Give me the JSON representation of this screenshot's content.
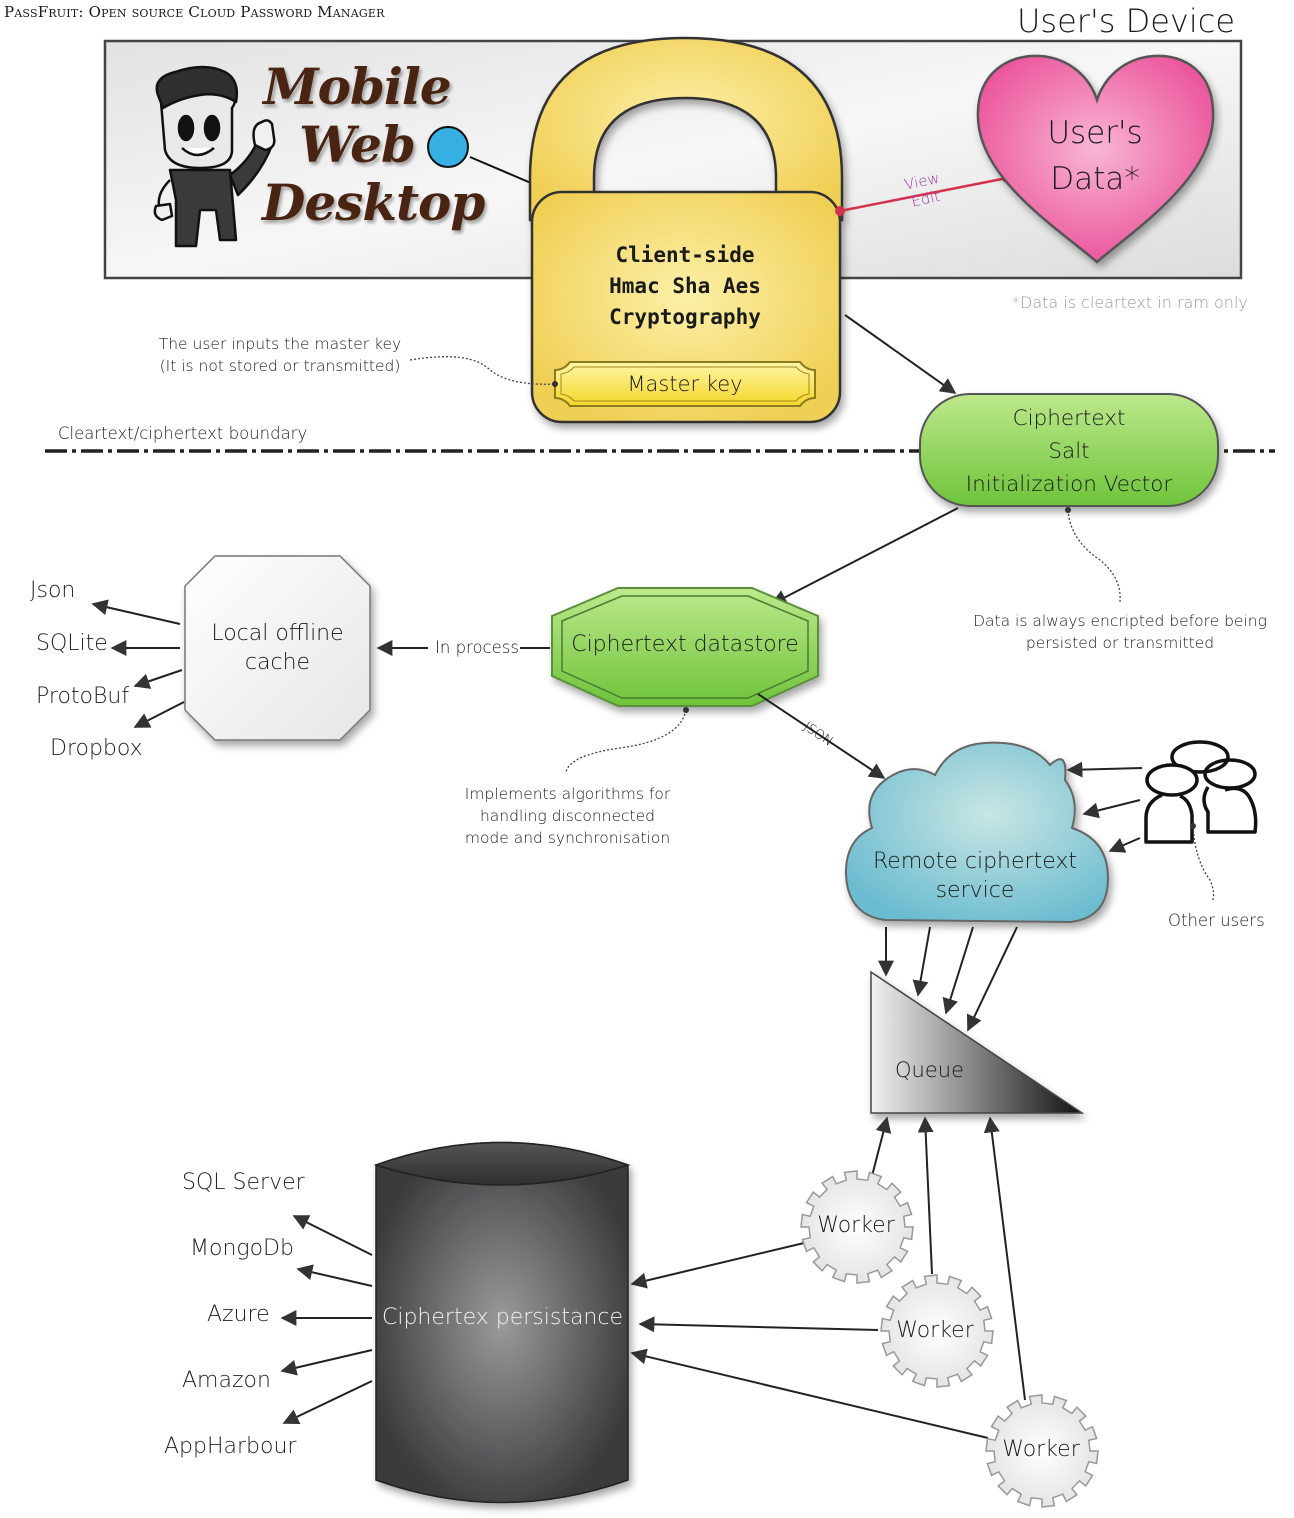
{
  "header": {
    "title": "PassFruit: Open source Cloud Password Manager"
  },
  "device": {
    "label": "User's Device",
    "platforms": [
      "Mobile",
      "Web",
      "Desktop"
    ],
    "lock": {
      "lines": [
        "Client-side",
        "Hmac Sha Aes",
        "Cryptography"
      ],
      "master_key": "Master key"
    },
    "heart": {
      "lines": [
        "User's",
        "Data*"
      ]
    },
    "link_labels": [
      "View",
      "Edit"
    ],
    "footnote": "*Data is cleartext in ram only"
  },
  "annotations": {
    "master_key_note": [
      "The user inputs the master key",
      "(It is not stored or transmitted)"
    ],
    "boundary": "Cleartext/ciphertext boundary",
    "encrypt_note": [
      "Data is always encripted before being",
      "persisted or transmitted"
    ],
    "datastore_note": [
      "Implements algorithms for",
      "handling disconnected",
      "mode and synchronisation"
    ],
    "in_process": "In process",
    "json_edge": "JSON",
    "other_users": "Other users"
  },
  "nodes": {
    "ciphertext": [
      "Ciphertext",
      "Salt",
      "Initialization Vector"
    ],
    "local_cache": [
      "Local offline",
      "cache"
    ],
    "datastore": "Ciphertext datastore",
    "remote": [
      "Remote ciphertext",
      "service"
    ],
    "queue": "Queue",
    "persistance": "Ciphertex persistance",
    "workers": [
      "Worker",
      "Worker",
      "Worker"
    ]
  },
  "cache_targets": [
    "Json",
    "SQLite",
    "ProtoBuf",
    "Dropbox"
  ],
  "persistence_targets": [
    "SQL Server",
    "MongoDb",
    "Azure",
    "Amazon",
    "AppHarbour"
  ]
}
